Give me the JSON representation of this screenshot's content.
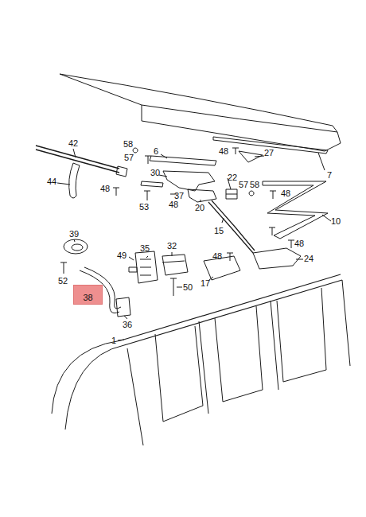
{
  "diagram": {
    "nodes": [
      {
        "text": [
          "38"
        ]
      }
    ],
    "labels": [
      "42",
      "44",
      "58",
      "57",
      "6",
      "48",
      "27",
      "7",
      "30",
      "48",
      "37",
      "48",
      "53",
      "22",
      "57",
      "58",
      "48",
      "20",
      "10",
      "15",
      "48",
      "39",
      "49",
      "35",
      "32",
      "48",
      "24",
      "52",
      "17",
      "50",
      "36",
      "1"
    ]
  }
}
